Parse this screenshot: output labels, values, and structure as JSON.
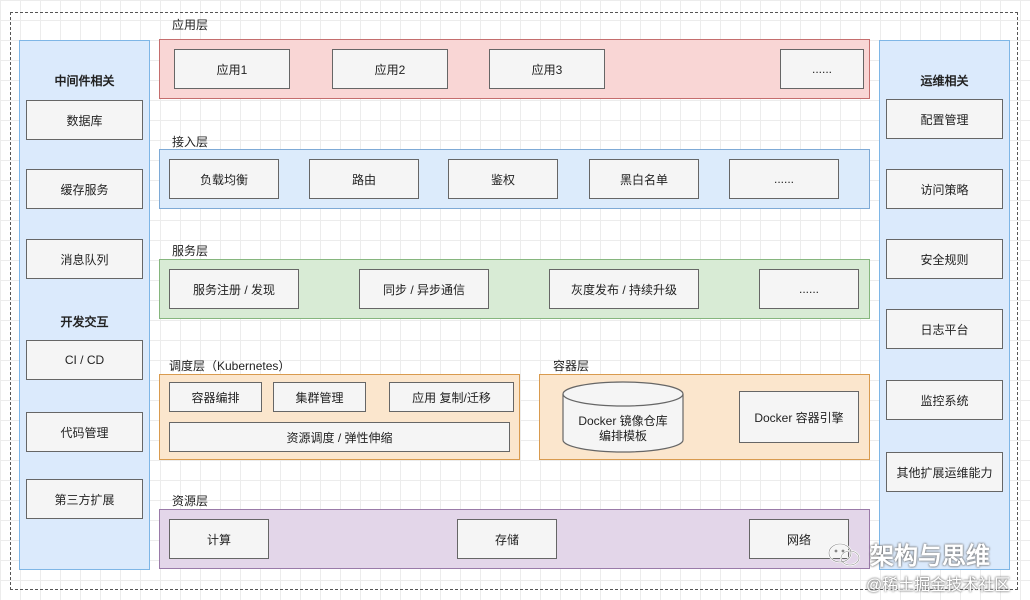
{
  "layers": {
    "app": {
      "title": "应用层",
      "items": [
        "应用1",
        "应用2",
        "应用3",
        "......"
      ]
    },
    "access": {
      "title": "接入层",
      "items": [
        "负载均衡",
        "路由",
        "鉴权",
        "黑白名单",
        "......"
      ]
    },
    "service": {
      "title": "服务层",
      "items": [
        "服务注册 / 发现",
        "同步 / 异步通信",
        "灰度发布 / 持续升级",
        "......"
      ]
    },
    "scheduling": {
      "title": "调度层（Kubernetes）",
      "items": [
        "容器编排",
        "集群管理",
        "应用 复制/迁移",
        "资源调度 / 弹性伸缩"
      ]
    },
    "container": {
      "title": "容器层",
      "cylinder_line1": "Docker 镜像仓库",
      "cylinder_line2": "编排模板",
      "engine": "Docker 容器引擎"
    },
    "resource": {
      "title": "资源层",
      "items": [
        "计算",
        "存储",
        "网络"
      ]
    }
  },
  "left": {
    "middleware_title": "中间件相关",
    "middleware_items": [
      "数据库",
      "缓存服务",
      "消息队列"
    ],
    "devops_title": "开发交互",
    "devops_items": [
      "CI / CD",
      "代码管理",
      "第三方扩展"
    ]
  },
  "right": {
    "title": "运维相关",
    "items": [
      "配置管理",
      "访问策略",
      "安全规则",
      "日志平台",
      "监控系统",
      "其他扩展运维能力"
    ]
  },
  "watermark": {
    "line1": "架构与思维",
    "line2": "@稀土掘金技术社区"
  },
  "colors": {
    "side_fill": "#dbeafc",
    "app_fill": "#f9d6d5",
    "access_fill": "#dcebfb",
    "service_fill": "#d8ebd5",
    "scheduling_fill": "#fbe6cd",
    "resource_fill": "#e3d6e9",
    "box_fill": "#f5f5f5"
  }
}
